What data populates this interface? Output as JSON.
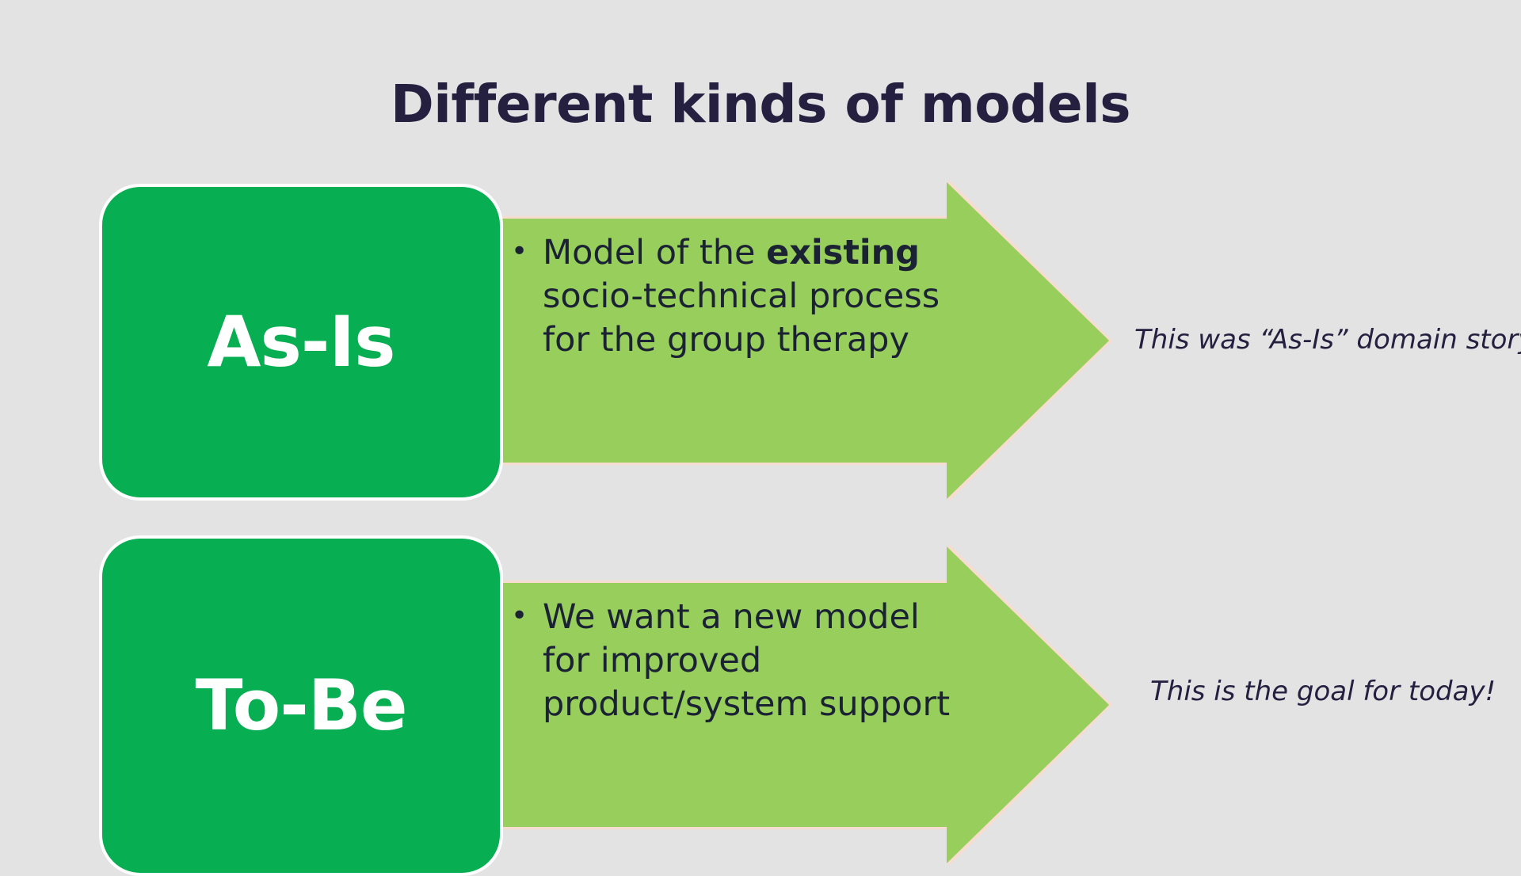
{
  "slide": {
    "title": "Different kinds of models",
    "background_color": "#e3e3e3",
    "title_color": "#262040",
    "box_color": "#07af52",
    "arrow_color": "#97ce5c"
  },
  "rows": [
    {
      "label": "As-Is",
      "bullet_marker": "•",
      "bullet_text_plain": "Model of the existing socio-technical process for the group therapy",
      "bullet_lead": "Model of the ",
      "bullet_emphasis": "existing",
      "bullet_tail": " socio-technical process for the group therapy",
      "side_note": "This was “As-Is” domain story"
    },
    {
      "label": "To-Be",
      "bullet_marker": "•",
      "bullet_text_plain": "We want a new model for improved product/system support",
      "bullet_lead": "We want a new model for improved product/system support",
      "bullet_emphasis": "",
      "bullet_tail": "",
      "side_note": "This is the goal for today!"
    }
  ]
}
